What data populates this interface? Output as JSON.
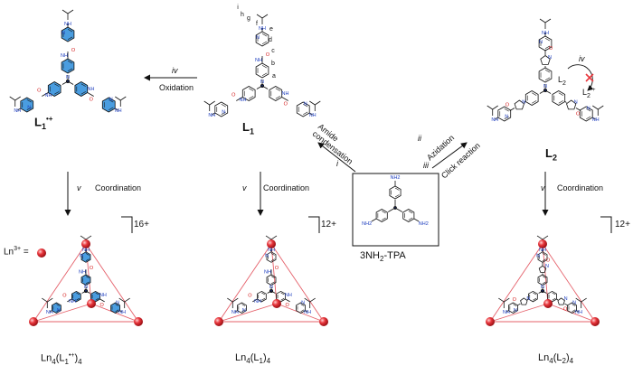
{
  "ligands": {
    "l1_radical": {
      "name": "L",
      "sub": "1",
      "sup": "•+"
    },
    "l1": {
      "name": "L",
      "sub": "1"
    },
    "l2": {
      "name": "L",
      "sub": "2"
    }
  },
  "cages": {
    "radical": {
      "prefix": "Ln",
      "sub": "4",
      "body": "(L",
      "body_sub": "1",
      "body_sup": "•+",
      "close": ")",
      "close_sub": "4",
      "charge": "16+"
    },
    "l1": {
      "prefix": "Ln",
      "sub": "4",
      "body": "(L",
      "body_sub": "1",
      "close": ")",
      "close_sub": "4",
      "charge": "12+"
    },
    "l2": {
      "prefix": "Ln",
      "sub": "4",
      "body": "(L",
      "body_sub": "2",
      "close": ")",
      "close_sub": "4",
      "charge": "12+"
    }
  },
  "precursor": {
    "prefix": "3NH",
    "sub": "2",
    "suffix": "-TPA"
  },
  "legend": {
    "ion": "Ln",
    "ion_sup": "3+",
    "equals": "="
  },
  "steps": {
    "iv": {
      "numeral": "iv",
      "text": "Oxidation"
    },
    "v": {
      "numeral": "v",
      "text": "Coordination"
    },
    "i": {
      "numeral": "i",
      "text_line1": "Amide",
      "text_line2": "condensation"
    },
    "ii": {
      "numeral": "ii",
      "text": "Azidation"
    },
    "iii": {
      "numeral": "iii",
      "text": "Click reaction"
    }
  },
  "proton_labels": [
    "i",
    "h",
    "g",
    "f",
    "e",
    "d",
    "c",
    "b",
    "a"
  ],
  "inset": {
    "numeral": "iv",
    "l2": "L",
    "l2_sub": "2",
    "l2_rad": "L",
    "l2_rad_sub": "2",
    "l2_rad_sup": "•+"
  },
  "atom_labels": {
    "nh": "NH",
    "nh2": "NH",
    "nh2_sub": "2",
    "n": "N",
    "o": "O"
  },
  "colors": {
    "highlight": "#4a9de0",
    "ion": "#e8363c",
    "frame": "#e5606a",
    "bond": "#111111",
    "nitrogen": "#1f3fbf",
    "oxygen": "#d41a1a"
  }
}
